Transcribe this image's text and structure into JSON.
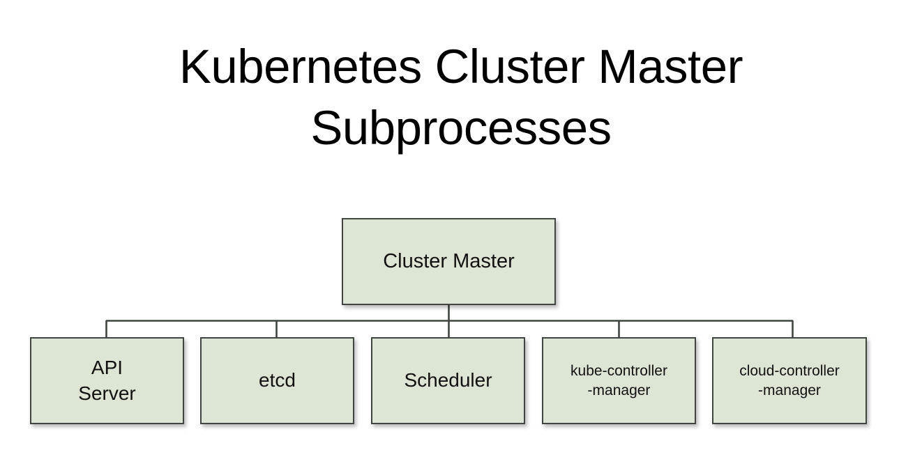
{
  "diagram": {
    "title": "Kubernetes Cluster Master\nSubprocesses",
    "type": "tree-hierarchy",
    "theme": {
      "background": "#ffffff",
      "node_fill": "#dde6d5",
      "node_border": "#3f453f",
      "connector_color": "#3f453f",
      "text_color": "#111111"
    },
    "root": {
      "id": "cluster-master",
      "label": "Cluster Master"
    },
    "children": [
      {
        "id": "api-server",
        "label": "API\nServer"
      },
      {
        "id": "etcd",
        "label": "etcd"
      },
      {
        "id": "scheduler",
        "label": "Scheduler"
      },
      {
        "id": "kube-controller-manager",
        "label": "kube-controller\n-manager"
      },
      {
        "id": "cloud-controller-manager",
        "label": "cloud-controller\n-manager"
      }
    ],
    "edges": [
      {
        "from": "cluster-master",
        "to": "api-server"
      },
      {
        "from": "cluster-master",
        "to": "etcd"
      },
      {
        "from": "cluster-master",
        "to": "scheduler"
      },
      {
        "from": "cluster-master",
        "to": "kube-controller-manager"
      },
      {
        "from": "cluster-master",
        "to": "cloud-controller-manager"
      }
    ]
  }
}
